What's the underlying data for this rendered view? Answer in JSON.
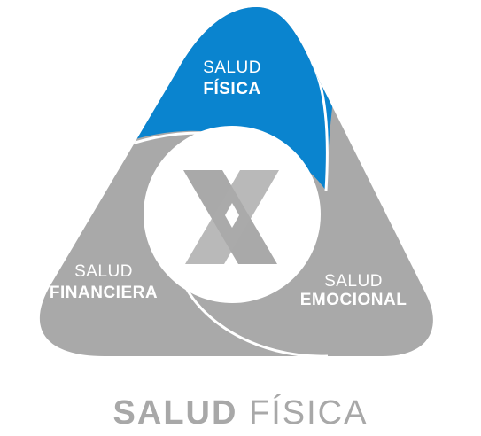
{
  "colors": {
    "active": "#0a84cf",
    "inactive": "#a9a9a9",
    "center": "#ffffff",
    "emblem": "#a9a9a9",
    "caption": "#a8a8a8"
  },
  "emblem_icon": "x-logo-icon",
  "segments": [
    {
      "id": "fisica",
      "line1": "SALUD",
      "line2": "FÍSICA",
      "active": true
    },
    {
      "id": "financiera",
      "line1": "SALUD",
      "line2": "FINANCIERA",
      "active": false
    },
    {
      "id": "emocional",
      "line1": "SALUD",
      "line2": "EMOCIONAL",
      "active": false
    }
  ],
  "caption": {
    "strong": "SALUD",
    "light": "FÍSICA"
  }
}
